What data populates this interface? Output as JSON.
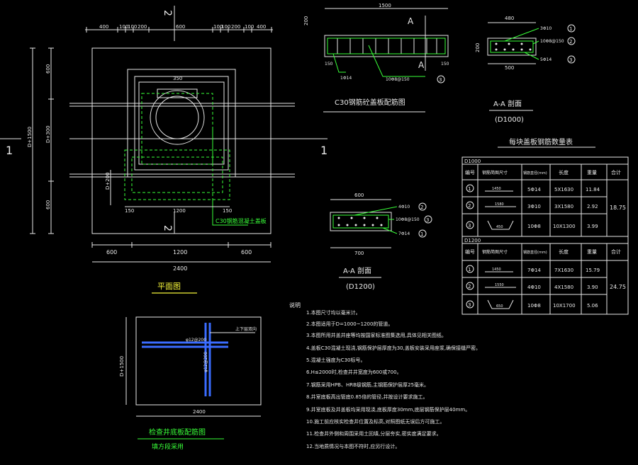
{
  "colors": {
    "background": "#000000",
    "white": "#e8e8e8",
    "green": "#39ff39",
    "yellow": "#f5f53a",
    "cyan": "#3cf0f0",
    "blue": "#3a6cff"
  },
  "plan": {
    "section_mark_top": "2",
    "section_mark_bottom": "2",
    "section_mark_left": "1",
    "section_mark_right": "1",
    "top_dims": [
      "400",
      "100",
      "100",
      "200",
      "600",
      "100",
      "100",
      "200",
      "100",
      "400"
    ],
    "left_dims": [
      "600",
      "D+300",
      "600"
    ],
    "overall_left": "D+1500",
    "bottom_dims": [
      "600",
      "1200",
      "600"
    ],
    "overall_bottom": "2400",
    "inner_dim_350": "350",
    "inner_dim_1200": "1200",
    "inner_dim_150a": "150",
    "inner_dim_150b": "150",
    "inner_dim_d200": "D+200",
    "cover_label": "C30钢筋混凝土盖板",
    "title": "平面图"
  },
  "cover_slab": {
    "top_dim": "1500",
    "left_dim": "200",
    "section_a_left": "A",
    "section_a_right": "A",
    "label_dims": [
      "150",
      "150"
    ],
    "rebar_1": "1Φ14",
    "rebar_3": "10Φ8@150",
    "callout_3": "3",
    "title": "C30钢筋砼盖板配筋图"
  },
  "section_d1000": {
    "top_dim": "480",
    "left_dim": "200",
    "bottom_dim": "500",
    "r1": "3Φ10",
    "r2": "10Φ8@150",
    "r3": "5Φ14",
    "c1": "1",
    "c2": "2",
    "c3": "3",
    "title": "A-A 剖面",
    "subtitle": "(D1000)"
  },
  "section_d1200": {
    "top_dim": "600",
    "bottom_dim": "700",
    "r1": "4Φ10",
    "r2": "10Φ8@150",
    "r3": "7Φ14",
    "c1": "2",
    "c2": "3",
    "c3": "1",
    "title": "A-A 剖面",
    "subtitle": "(D1200)"
  },
  "base_slab": {
    "left_dim": "D+1500",
    "bottom_dim": "2400",
    "label_top": "φ12@200",
    "label_right": "φ12@200",
    "tag": "上下层双向",
    "title": "检查井底板配筋图",
    "subtitle": "填方段采用"
  },
  "rebar_table": {
    "title": "每块盖板钢筋数量表",
    "group1": "D1000",
    "group2": "D1200",
    "headers": [
      "编号",
      "钢筋简图尺寸",
      "钢筋直径(mm)",
      "长度",
      "重量",
      "合计"
    ],
    "rows_d1000": [
      {
        "no": "1",
        "shape": "1450",
        "dia": "5Φ14",
        "len": "5X1630",
        "wt": "11.84"
      },
      {
        "no": "2",
        "shape": "1580",
        "dia": "3Φ10",
        "len": "3X1580",
        "wt": "2.92"
      },
      {
        "no": "3",
        "shape": "450",
        "dia": "10Φ8",
        "len": "10X1300",
        "wt": "3.99"
      }
    ],
    "total_d1000": "18.75",
    "rows_d1200": [
      {
        "no": "1",
        "shape": "1450",
        "dia": "7Φ14",
        "len": "7X1630",
        "wt": "15.79"
      },
      {
        "no": "2",
        "shape": "1550",
        "dia": "4Φ10",
        "len": "4X1580",
        "wt": "3.90"
      },
      {
        "no": "3",
        "shape": "650",
        "dia": "10Φ8",
        "len": "10X1700",
        "wt": "5.06"
      }
    ],
    "total_d1200": "24.75"
  },
  "notes": {
    "heading": "说明",
    "items": [
      "1.本图尺寸均以毫米计。",
      "2.本图适用于D=1000~1200的管道。",
      "3.本图所用井盖井座等均按国家标准图集选用,具体见相关图纸。",
      "4.盖板C30混凝土现浇,钢筋保护层厚度为30,盖板安装采用座浆,确保接缝严密。",
      "5.混凝土强度为C30标号。",
      "6.H≤2000时,检查井井宽度为600或700。",
      "7.钢筋采用HPB、HRB级钢筋,主钢筋保护层厚25毫米。",
      "8.井室底板高出管底0.85倍的管径,并按设计要求施工。",
      "9.井室底板及井盖板均采用现浇,底板厚度30mm,底层钢筋保护层40mm。",
      "10.施工前应核实检查井位置及标高,对照图纸无误后方可施工。",
      "11.检查井外侧和周围采用土回填,分层夯实,密实度满足要求。",
      "12.当地质情况与本图不符时,应另行设计。"
    ]
  }
}
